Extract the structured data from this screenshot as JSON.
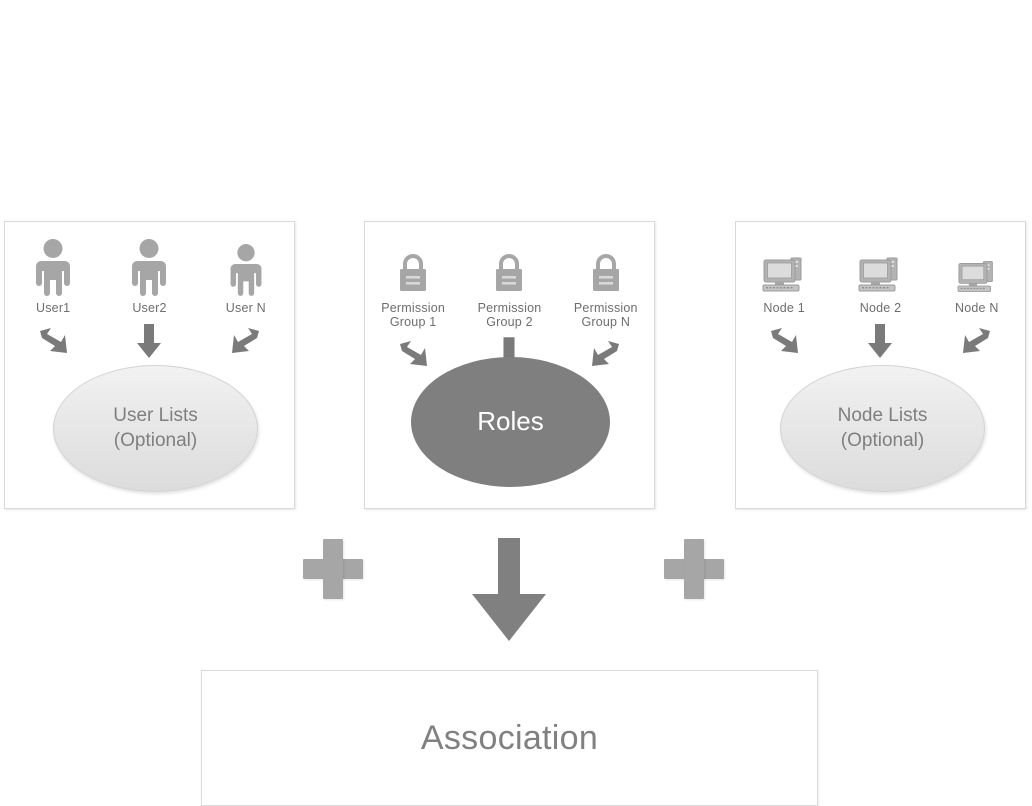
{
  "diagram": {
    "title": "Association",
    "operators": [
      "+",
      "+"
    ],
    "panels": [
      {
        "id": "users",
        "icon_type": "person-icon",
        "items": [
          {
            "label": "User1"
          },
          {
            "label": "User2"
          },
          {
            "label": "User N"
          }
        ],
        "arrows": [
          "arrow-down-right",
          "arrow-down",
          "arrow-down-left"
        ],
        "ellipse": {
          "label": "User Lists\n(Optional)",
          "style": "gradient",
          "fill": "#e8e8e8",
          "text_color": "#7f7f7f"
        }
      },
      {
        "id": "roles",
        "icon_type": "lock-icon",
        "items": [
          {
            "label": "Permission\nGroup 1"
          },
          {
            "label": "Permission\nGroup 2"
          },
          {
            "label": "Permission\nGroup N"
          }
        ],
        "arrows": [
          "arrow-down-right",
          "arrow-down",
          "arrow-down-left"
        ],
        "ellipse": {
          "label": "Roles",
          "style": "solid",
          "fill": "#7f7f7f",
          "text_color": "#ffffff"
        }
      },
      {
        "id": "nodes",
        "icon_type": "computer-icon",
        "items": [
          {
            "label": "Node 1"
          },
          {
            "label": "Node 2"
          },
          {
            "label": "Node N"
          }
        ],
        "arrows": [
          "arrow-down-right",
          "arrow-down",
          "arrow-down-left"
        ],
        "ellipse": {
          "label": "Node Lists\n(Optional)",
          "style": "gradient",
          "fill": "#e8e8e8",
          "text_color": "#7f7f7f"
        }
      }
    ],
    "result": {
      "label": "Association"
    },
    "colors": {
      "icon_gray": "#a6a6a6",
      "arrow_gray": "#7f7f7f",
      "plus_gray": "#a6a6a6",
      "panel_border": "#d9d9d9",
      "text_gray": "#808080"
    }
  }
}
